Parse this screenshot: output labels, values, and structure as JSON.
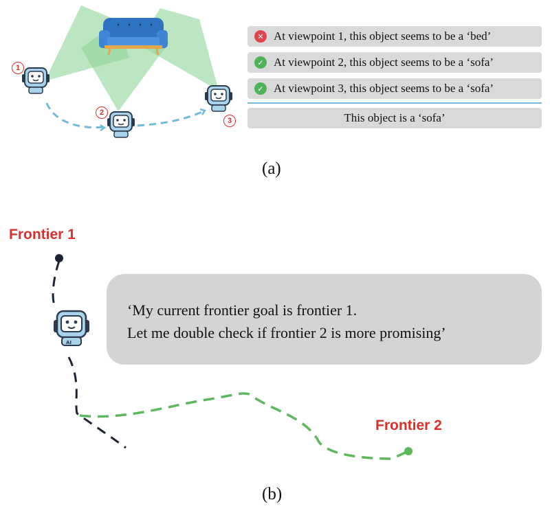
{
  "panel_a": {
    "caption": "(a)",
    "viewpoints": [
      {
        "badge": "1",
        "status": "wrong",
        "status_icon": "cross-icon",
        "text": "At viewpoint 1, this object seems to be a ‘bed’"
      },
      {
        "badge": "2",
        "status": "correct",
        "status_icon": "check-icon",
        "text": "At viewpoint 2, this object seems to be a ‘sofa’"
      },
      {
        "badge": "3",
        "status": "correct",
        "status_icon": "check-icon",
        "text": "At viewpoint 3, this object seems to be a ‘sofa’"
      }
    ],
    "summary": "This object is a ‘sofa’"
  },
  "panel_b": {
    "caption": "(b)",
    "frontier_1_label": "Frontier 1",
    "frontier_2_label": "Frontier 2",
    "thought_line_1": "‘My current frontier goal is frontier 1.",
    "thought_line_2": "Let me double check if frontier 2 is more promising’"
  },
  "colors": {
    "wrong": "#e0454f",
    "correct": "#4fb35a",
    "accent_red": "#d9302b",
    "view_cone": "#8fd39a",
    "path_blue": "#6fbad6",
    "path_green": "#5cb85c",
    "path_dark": "#1c2433",
    "robot_body": "#a9d3ea",
    "sofa": "#2f74c0"
  },
  "icons": {
    "robot": "robot-icon",
    "sofa": "sofa-icon",
    "wrong": "cross-icon",
    "correct": "check-icon"
  }
}
